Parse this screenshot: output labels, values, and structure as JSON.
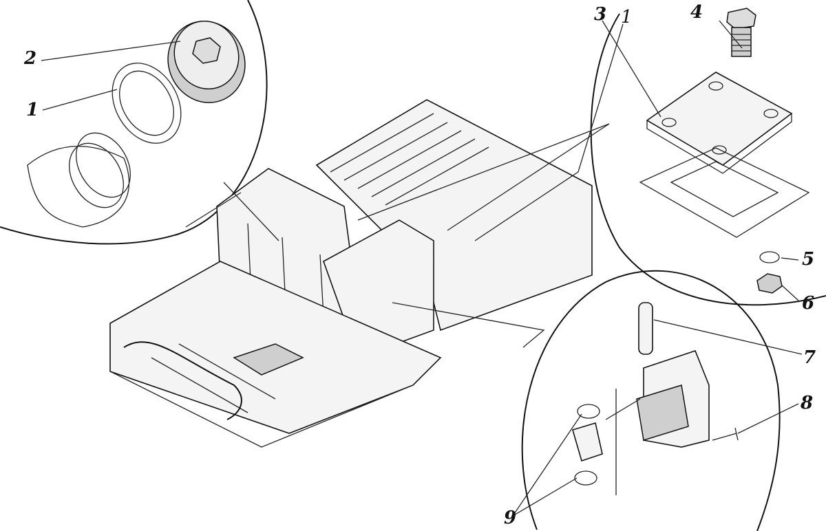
{
  "diagram": {
    "type": "exploded-view technical illustration",
    "callouts": [
      {
        "id": "c2",
        "label": "2"
      },
      {
        "id": "c1a",
        "label": "1"
      },
      {
        "id": "c3",
        "label": "3"
      },
      {
        "id": "c1b",
        "label": "1"
      },
      {
        "id": "c4",
        "label": "4"
      },
      {
        "id": "c5",
        "label": "5"
      },
      {
        "id": "c6",
        "label": "6"
      },
      {
        "id": "c7",
        "label": "7"
      },
      {
        "id": "c8",
        "label": "8"
      },
      {
        "id": "c9",
        "label": "9"
      }
    ]
  }
}
